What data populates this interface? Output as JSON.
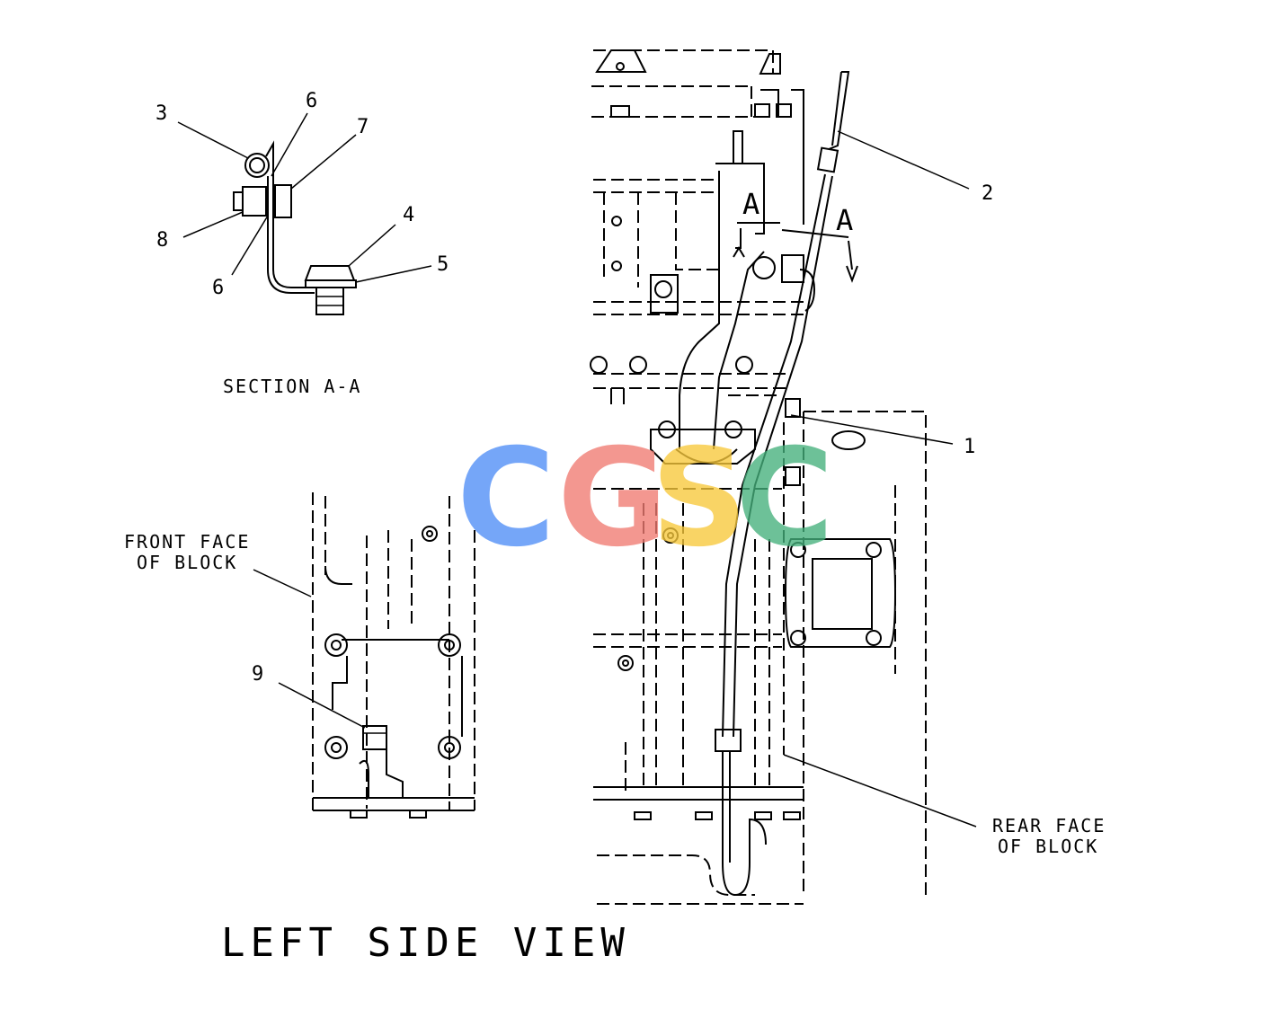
{
  "title": "LEFT SIDE VIEW",
  "section_label": "SECTION A-A",
  "section_marker": "A",
  "front_face_label": [
    "FRONT FACE",
    "OF BLOCK"
  ],
  "rear_face_label": [
    "REAR FACE",
    "OF BLOCK"
  ],
  "callouts": {
    "c1": "1",
    "c2": "2",
    "c3": "3",
    "c4": "4",
    "c5": "5",
    "c6a": "6",
    "c6b": "6",
    "c7": "7",
    "c8": "8",
    "c9": "9"
  },
  "watermark": {
    "letters": [
      "C",
      "G",
      "S",
      "C"
    ],
    "colors": [
      "#4f8ef7",
      "#f07b72",
      "#f8c83b",
      "#45b07c"
    ]
  }
}
